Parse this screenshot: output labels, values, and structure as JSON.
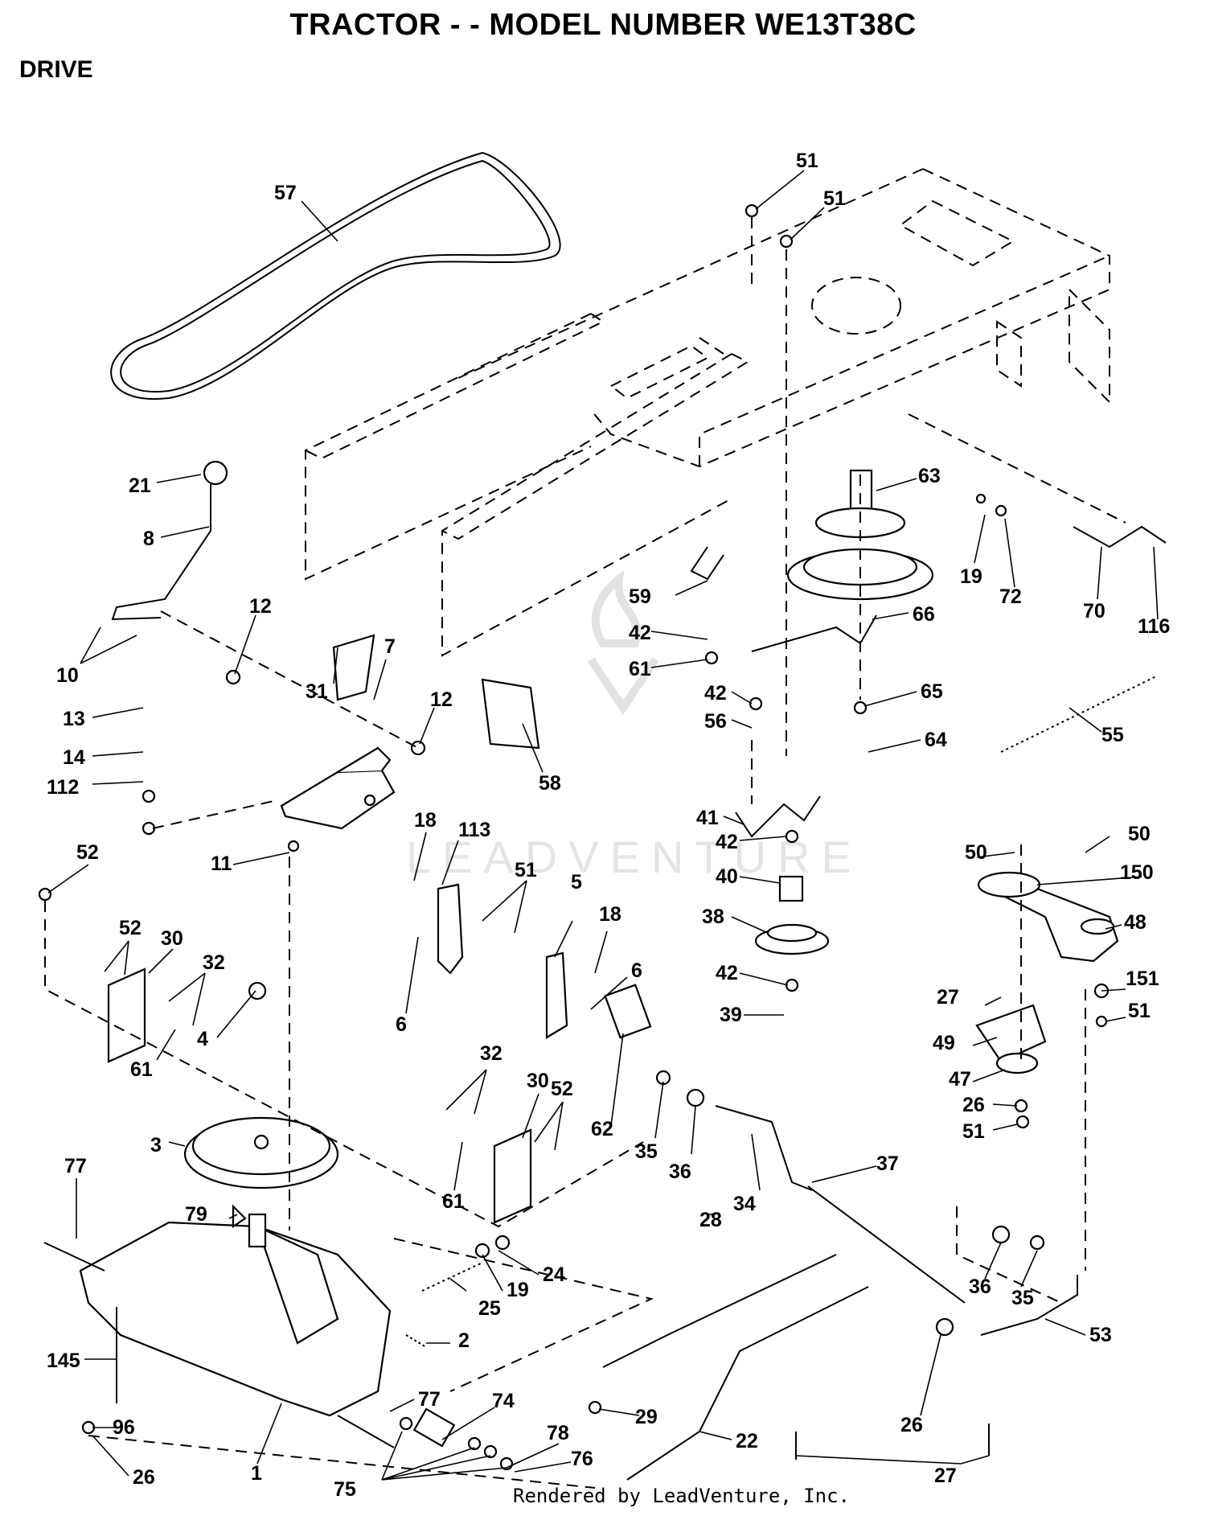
{
  "header": {
    "title": "TRACTOR - - MODEL NUMBER WE13T38C",
    "section": "DRIVE"
  },
  "footer": {
    "rendered_by": "Rendered by LeadVenture, Inc."
  },
  "watermark": {
    "text": "LEADVENTURE"
  },
  "callouts": [
    "57",
    "51",
    "51",
    "63",
    "19",
    "72",
    "70",
    "116",
    "21",
    "8",
    "12",
    "31",
    "7",
    "10",
    "13",
    "14",
    "112",
    "12",
    "58",
    "59",
    "42",
    "61",
    "66",
    "42",
    "56",
    "65",
    "64",
    "55",
    "41",
    "42",
    "40",
    "38",
    "42",
    "39",
    "18",
    "113",
    "51",
    "5",
    "18",
    "6",
    "6",
    "52",
    "52",
    "30",
    "32",
    "61",
    "11",
    "4",
    "3",
    "50",
    "50",
    "150",
    "48",
    "27",
    "151",
    "51",
    "49",
    "47",
    "26",
    "51",
    "62",
    "35",
    "36",
    "32",
    "30",
    "52",
    "61",
    "34",
    "37",
    "77",
    "79",
    "24",
    "19",
    "25",
    "2",
    "145",
    "77",
    "28",
    "96",
    "26",
    "1",
    "74",
    "75",
    "78",
    "76",
    "29",
    "22",
    "36",
    "35",
    "53",
    "26",
    "27"
  ]
}
